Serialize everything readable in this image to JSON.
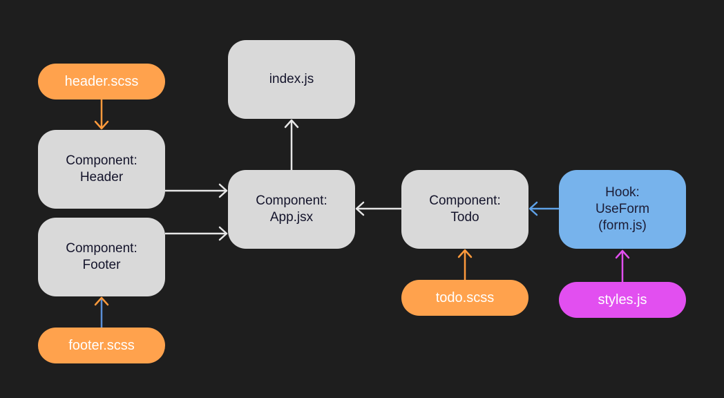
{
  "nodes": {
    "index": {
      "lines": [
        "index.js"
      ]
    },
    "header_scss": {
      "lines": [
        "header.scss"
      ]
    },
    "header": {
      "lines": [
        "Component:",
        "Header"
      ]
    },
    "footer": {
      "lines": [
        "Component:",
        "Footer"
      ]
    },
    "footer_scss": {
      "lines": [
        "footer.scss"
      ]
    },
    "app": {
      "lines": [
        "Component:",
        "App.jsx"
      ]
    },
    "todo": {
      "lines": [
        "Component:",
        "Todo"
      ]
    },
    "todo_scss": {
      "lines": [
        "todo.scss"
      ]
    },
    "hook": {
      "lines": [
        "Hook:",
        "UseForm",
        "(form.js)"
      ]
    },
    "styles": {
      "lines": [
        "styles.js"
      ]
    }
  },
  "edges": [
    {
      "from": "header_scss",
      "to": "header",
      "color": "#ff9a3c"
    },
    {
      "from": "footer_scss",
      "to": "footer",
      "color": "#5b8fd6",
      "head_color": "#ff9a3c"
    },
    {
      "from": "header",
      "to": "app",
      "color": "#e6e6e6"
    },
    {
      "from": "footer",
      "to": "app",
      "color": "#e6e6e6"
    },
    {
      "from": "app",
      "to": "index",
      "color": "#e6e6e6"
    },
    {
      "from": "todo",
      "to": "app",
      "color": "#e6e6e6"
    },
    {
      "from": "todo_scss",
      "to": "todo",
      "color": "#ff9a3c"
    },
    {
      "from": "hook",
      "to": "todo",
      "color": "#5fa2e8"
    },
    {
      "from": "styles",
      "to": "hook",
      "color": "#e24ff0"
    }
  ],
  "colors": {
    "background": "#1e1e1e",
    "component_box": "#d9d9d9",
    "scss_pill": "#ffa24d",
    "hook_box": "#77b3ec",
    "styles_pill": "#e24ff0"
  }
}
